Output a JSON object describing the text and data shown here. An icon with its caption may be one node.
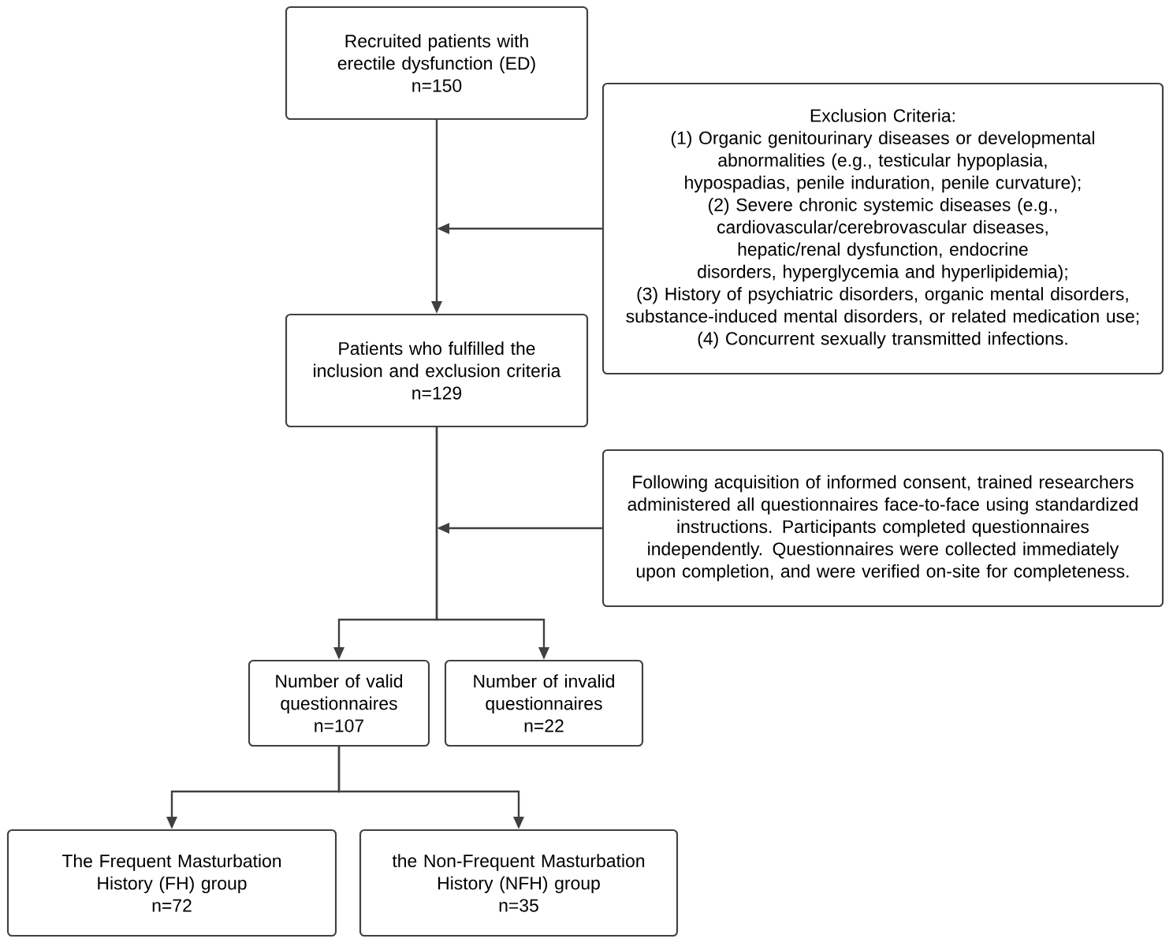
{
  "diagram": {
    "nodes": [
      {
        "text": [
          "Recruited patients with erectile dysfunction (ED)",
          "n=150"
        ]
      },
      {
        "text": [
          "Exclusion Criteria:",
          "(1) Organic genitourinary diseases or developmental abnormalities (e.g., testicular hypoplasia, hypospadias, penile induration, penile curvature);",
          "(2) Severe chronic systemic diseases (e.g., cardiovascular/cerebrovascular diseases, hepatic/renal dysfunction, endocrine disorders, hyperglycemia and hyperlipidemia);",
          "(3) History of psychiatric disorders, organic mental disorders, substance-induced mental disorders, or related medication use;",
          "(4) Concurrent sexually transmitted infections."
        ]
      },
      {
        "text": [
          "Patients who fulfilled the inclusion and exclusion criteria",
          "n=129"
        ]
      },
      {
        "text": [
          "Following acquisition of informed consent, trained researchers administered all questionnaires face-to-face using standardized instructions. Participants completed questionnaires independently. Questionnaires were collected immediately upon completion, and were verified on-site for completeness."
        ]
      },
      {
        "text": [
          "Number of valid questionnaires",
          "n=107"
        ]
      },
      {
        "text": [
          "Number of invalid questionnaires",
          "n=22"
        ]
      },
      {
        "text": [
          "The Frequent Masturbation History (FH) group",
          "n=72"
        ]
      },
      {
        "text": [
          "the Non-Frequent Masturbation History (NFH) group",
          "n=35"
        ]
      }
    ],
    "edges": [
      {
        "from": 0,
        "to": 2,
        "arrow": "to"
      },
      {
        "from": 1,
        "to": null,
        "arrow": "to"
      },
      {
        "from": 3,
        "to": null,
        "arrow": "to"
      },
      {
        "from": 2,
        "to": 4,
        "arrow": "to"
      },
      {
        "from": 2,
        "to": 5,
        "arrow": "to"
      },
      {
        "from": 4,
        "to": 6,
        "arrow": "to"
      },
      {
        "from": 4,
        "to": 7,
        "arrow": "to"
      }
    ]
  }
}
